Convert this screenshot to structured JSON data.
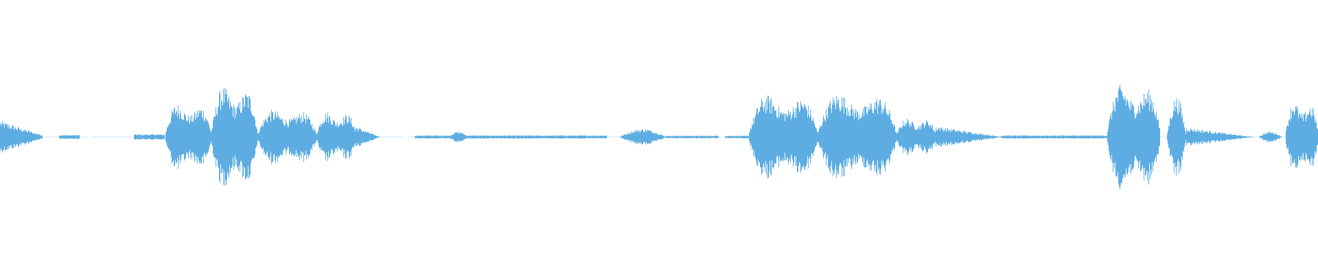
{
  "waveform": {
    "color": "#5dade2",
    "background": "#ffffff",
    "segments": [
      {
        "start": 0.0,
        "end": 0.032,
        "amp": 0.12,
        "shape": "burst"
      },
      {
        "start": 0.045,
        "end": 0.06,
        "amp": 0.015,
        "shape": "flat"
      },
      {
        "start": 0.102,
        "end": 0.125,
        "amp": 0.02,
        "shape": "flat"
      },
      {
        "start": 0.125,
        "end": 0.16,
        "amp": 0.32,
        "shape": "speech"
      },
      {
        "start": 0.16,
        "end": 0.195,
        "amp": 0.48,
        "shape": "speech"
      },
      {
        "start": 0.195,
        "end": 0.24,
        "amp": 0.26,
        "shape": "speech"
      },
      {
        "start": 0.24,
        "end": 0.27,
        "amp": 0.24,
        "shape": "speech"
      },
      {
        "start": 0.27,
        "end": 0.288,
        "amp": 0.08,
        "shape": "tail"
      },
      {
        "start": 0.315,
        "end": 0.46,
        "amp": 0.012,
        "shape": "flat"
      },
      {
        "start": 0.34,
        "end": 0.355,
        "amp": 0.04,
        "shape": "blip"
      },
      {
        "start": 0.47,
        "end": 0.505,
        "amp": 0.06,
        "shape": "blip"
      },
      {
        "start": 0.505,
        "end": 0.545,
        "amp": 0.01,
        "shape": "flat"
      },
      {
        "start": 0.55,
        "end": 0.57,
        "amp": 0.01,
        "shape": "flat"
      },
      {
        "start": 0.568,
        "end": 0.62,
        "amp": 0.4,
        "shape": "speech"
      },
      {
        "start": 0.62,
        "end": 0.68,
        "amp": 0.42,
        "shape": "speech"
      },
      {
        "start": 0.68,
        "end": 0.71,
        "amp": 0.18,
        "shape": "speech"
      },
      {
        "start": 0.71,
        "end": 0.76,
        "amp": 0.08,
        "shape": "tail"
      },
      {
        "start": 0.76,
        "end": 0.84,
        "amp": 0.012,
        "shape": "flat"
      },
      {
        "start": 0.84,
        "end": 0.88,
        "amp": 0.5,
        "shape": "speech"
      },
      {
        "start": 0.885,
        "end": 0.9,
        "amp": 0.3,
        "shape": "blip"
      },
      {
        "start": 0.9,
        "end": 0.95,
        "amp": 0.07,
        "shape": "tail"
      },
      {
        "start": 0.955,
        "end": 0.972,
        "amp": 0.04,
        "shape": "blip"
      },
      {
        "start": 0.975,
        "end": 1.0,
        "amp": 0.34,
        "shape": "speech"
      }
    ]
  }
}
